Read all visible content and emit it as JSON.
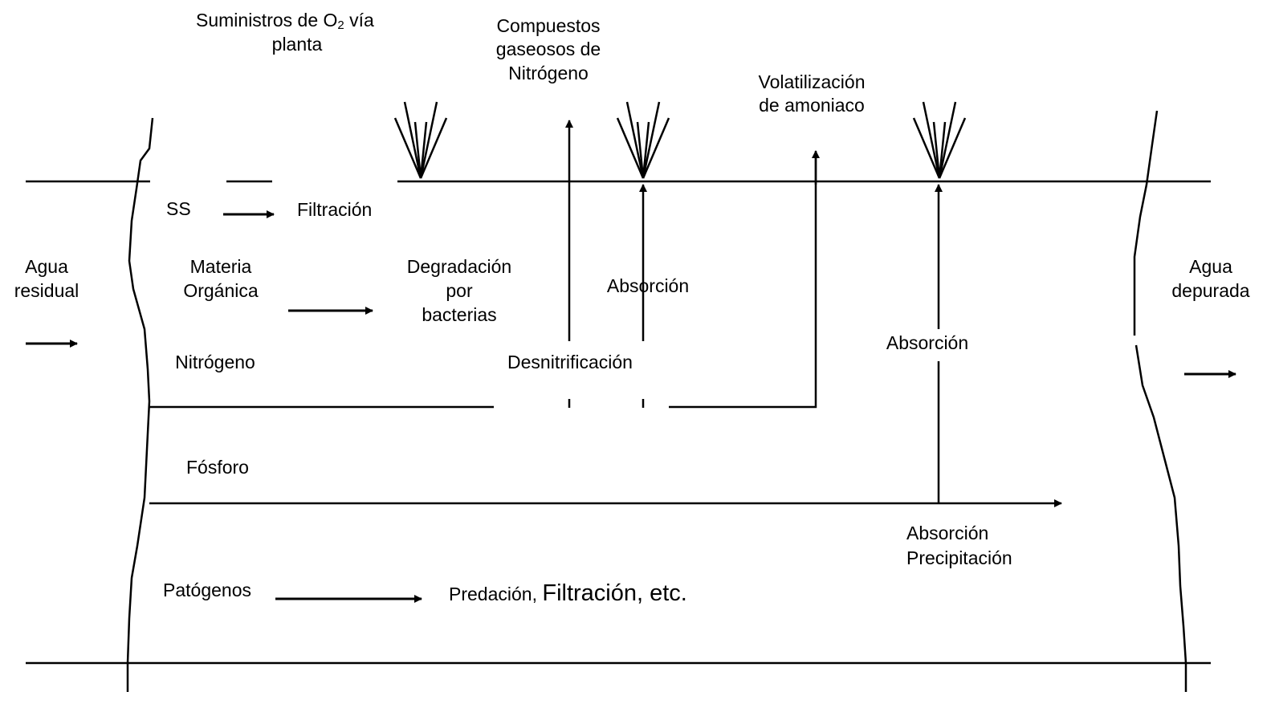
{
  "labels": {
    "o2_supply": {
      "line1_prefix": "Suministros de O",
      "line1_sub": "2",
      "line1_suffix": " vía",
      "line2": "planta"
    },
    "gaseous_nitrogen": [
      "Compuestos",
      "gaseosos de",
      "Nitrógeno"
    ],
    "ammonia_volatilization": [
      "Volatilización",
      "de amoniaco"
    ],
    "wastewater_in": [
      "Agua",
      "residual"
    ],
    "treated_water_out": [
      "Agua",
      "depurada"
    ],
    "ss": "SS",
    "filtration": "Filtración",
    "organic_matter": [
      "Materia",
      "Orgánica"
    ],
    "bacterial_degradation": [
      "Degradación",
      "por",
      "bacterias"
    ],
    "absorption_plant": "Absorción",
    "nitrogen": "Nitrógeno",
    "denitrification": "Desnitrificación",
    "absorption_right": "Absorción",
    "phosphorus": "Fósforo",
    "absorption_precipitation": [
      "Absorción",
      "Precipitación"
    ],
    "pathogens": "Patógenos",
    "predation_small": "Predación, ",
    "predation_big": "Filtración, etc."
  },
  "icons": [
    "plant-icon",
    "arrow-right-icon",
    "arrow-up-icon"
  ]
}
